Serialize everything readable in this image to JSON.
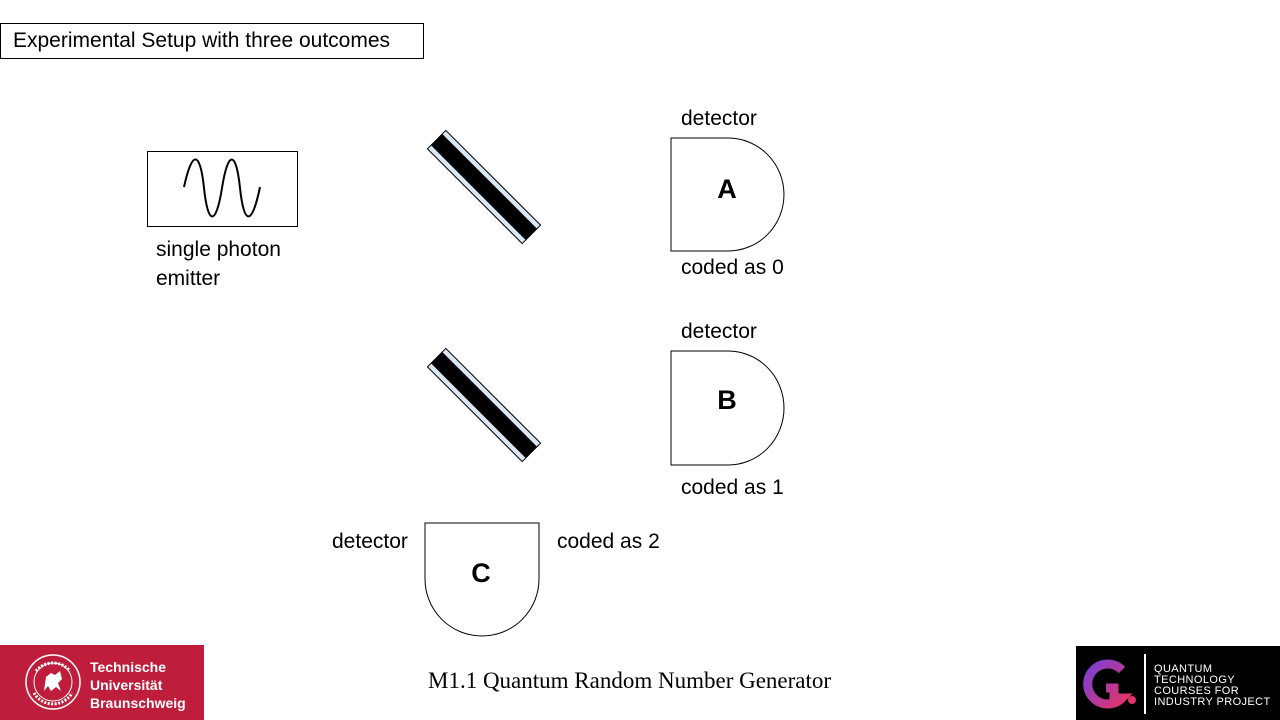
{
  "title": "Experimental Setup with three outcomes",
  "emitter": {
    "label_line1": "single photon",
    "label_line2": "emitter"
  },
  "beam_splitters": [
    {
      "name": "upper"
    },
    {
      "name": "lower"
    }
  ],
  "detectors": [
    {
      "letter": "A",
      "caption": "detector",
      "coding": "coded as 0"
    },
    {
      "letter": "B",
      "caption": "detector",
      "coding": "coded as 1"
    },
    {
      "letter": "C",
      "caption": "detector",
      "coding": "coded as 2"
    }
  ],
  "footer": {
    "title": "M1.1 Quantum Random Number Generator",
    "left_logo": {
      "line1": "Technische",
      "line2": "Universität",
      "line3": "Braunschweig",
      "color": "#be1e3c"
    },
    "right_logo": {
      "line1": "QUANTUM",
      "line2": "TECHNOLOGY",
      "line3": "COURSES FOR",
      "line4": "INDUSTRY PROJECT",
      "color": "#000000"
    }
  },
  "colors": {
    "splitter_glass": "#d9e8f3",
    "splitter_core": "#000000"
  }
}
